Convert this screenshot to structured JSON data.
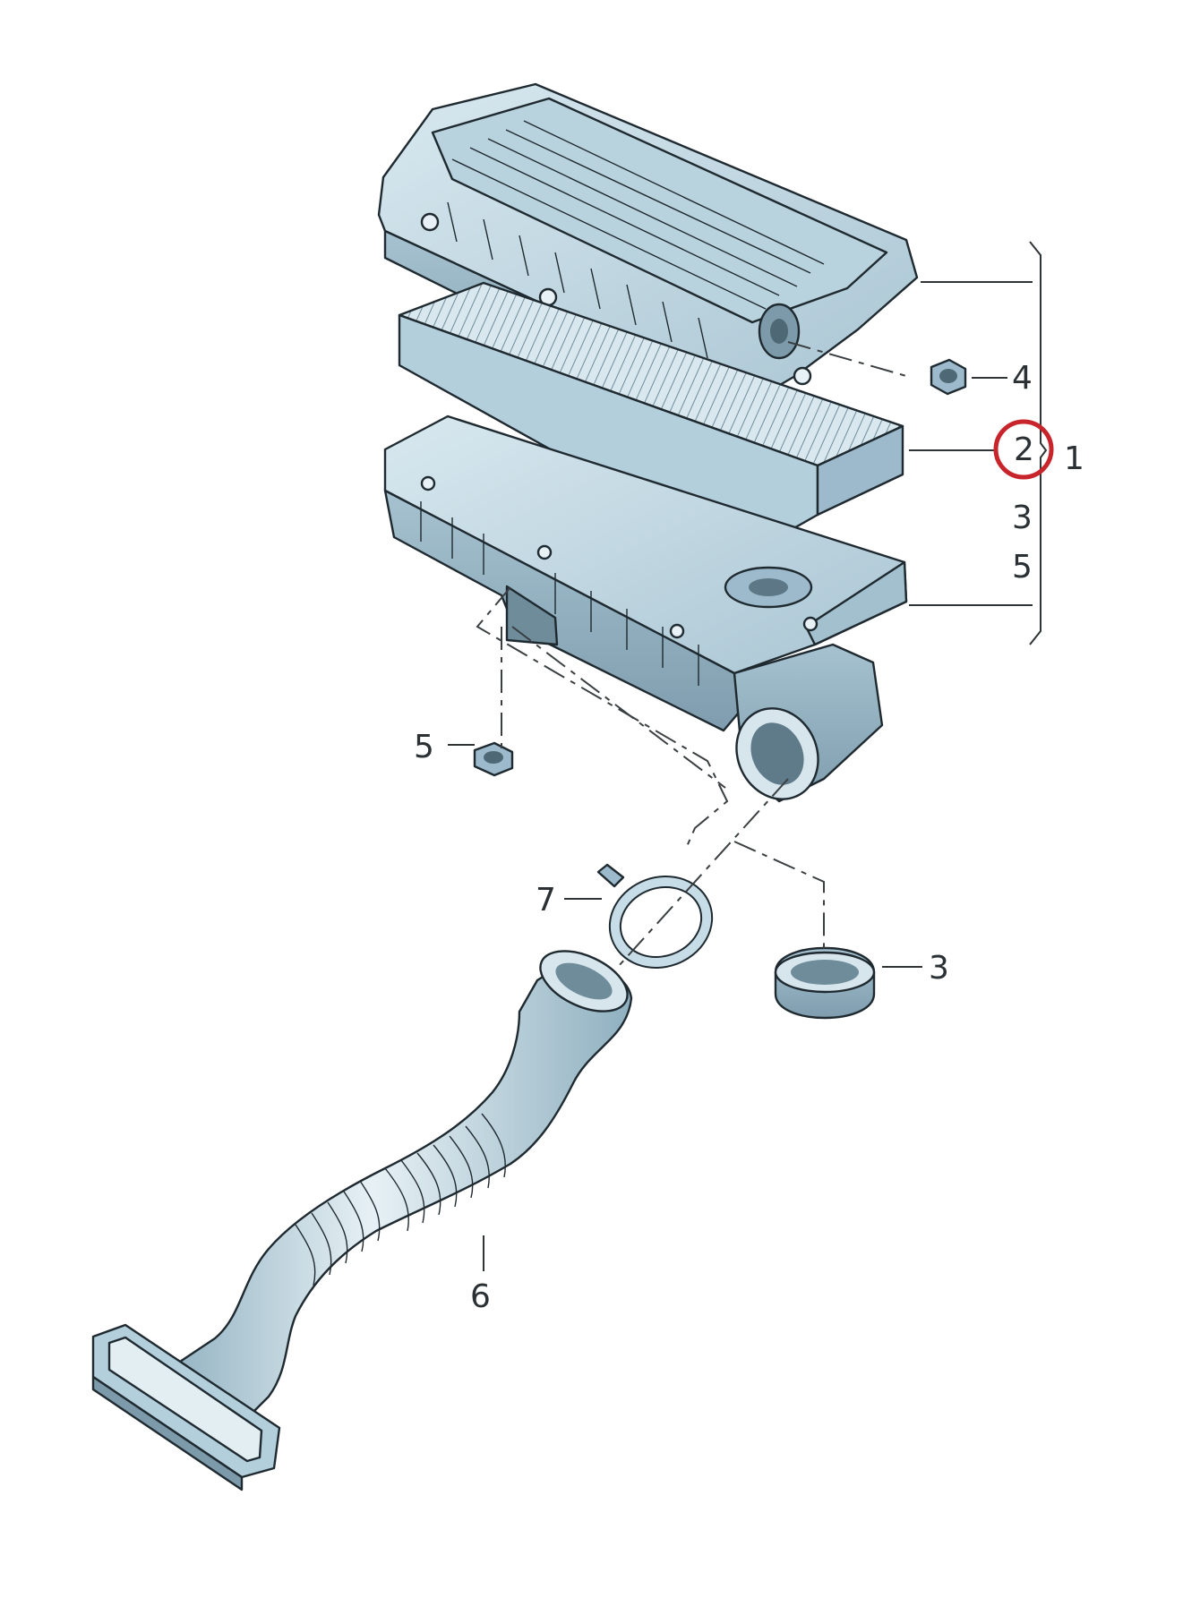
{
  "diagram": {
    "highlight_color": "#c8242b",
    "part_fill": "#c6dce6",
    "part_shade": "#9fbccb",
    "part_dark": "#7d9aaa",
    "callouts": {
      "assembly": "1",
      "filter_element": "2",
      "group_3": "3",
      "group_5": "5",
      "nut_4": "4",
      "nut_5": "5",
      "hose_6": "6",
      "clamp_7": "7",
      "ring_3": "3"
    },
    "highlighted_callout": "2"
  }
}
